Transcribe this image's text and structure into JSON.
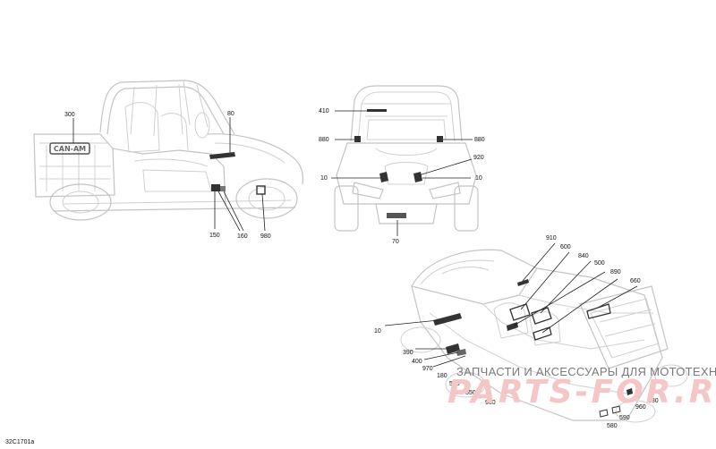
{
  "diagram": {
    "reference": "32C1701a",
    "side_view_labels": [
      "300",
      "80",
      "150",
      "160",
      "980"
    ],
    "front_view_labels": [
      "410",
      "880",
      "880",
      "920",
      "10",
      "10",
      "70"
    ],
    "top_view_labels": [
      "910",
      "600",
      "840",
      "500",
      "890",
      "660",
      "10",
      "390",
      "400",
      "970",
      "180",
      "560",
      "550",
      "900",
      "580",
      "590",
      "960",
      "380"
    ]
  },
  "watermark": {
    "text": "ЗАПЧАСТИ И АКСЕССУАРЫ ДЛЯ МОТОТЕХНИКИ",
    "logo": "PARTS-FOR.RU"
  }
}
